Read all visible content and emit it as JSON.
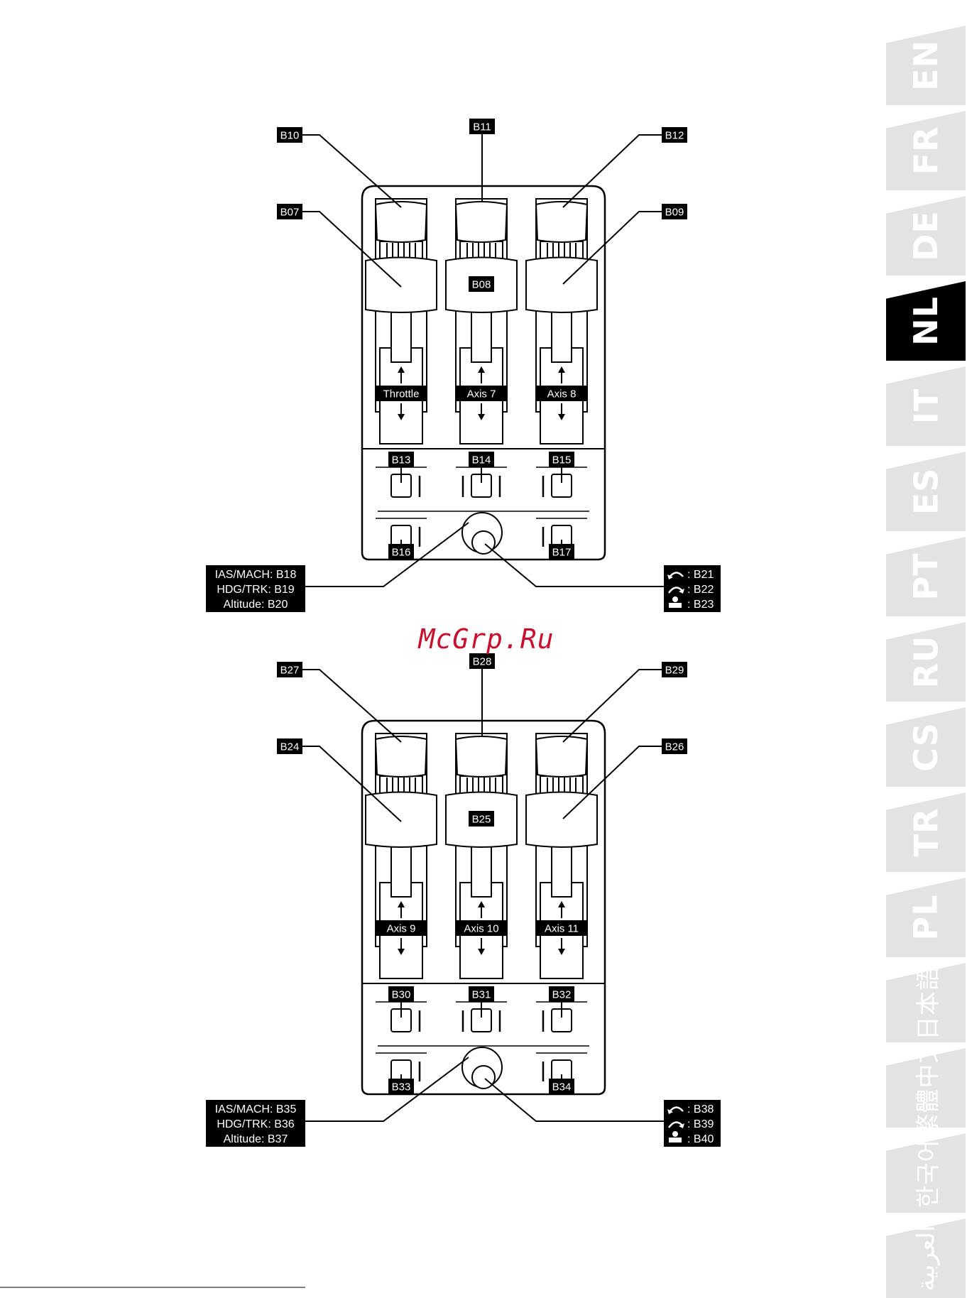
{
  "watermark": "McGrp.Ru",
  "languages": [
    {
      "code": "EN",
      "active": false
    },
    {
      "code": "FR",
      "active": false
    },
    {
      "code": "DE",
      "active": false
    },
    {
      "code": "NL",
      "active": true
    },
    {
      "code": "IT",
      "active": false
    },
    {
      "code": "ES",
      "active": false
    },
    {
      "code": "PT",
      "active": false
    },
    {
      "code": "RU",
      "active": false
    },
    {
      "code": "CS",
      "active": false
    },
    {
      "code": "TR",
      "active": false
    },
    {
      "code": "PL",
      "active": false
    },
    {
      "code": "日本語",
      "active": false
    },
    {
      "code": "繁體中文",
      "active": false
    },
    {
      "code": "한국어",
      "active": false
    },
    {
      "code": "العربية",
      "active": false
    }
  ],
  "panels": [
    {
      "top_labels": [
        "B10",
        "B11",
        "B12"
      ],
      "mid_labels": [
        "B07",
        "B08",
        "B09"
      ],
      "axis_labels": [
        "Throttle",
        "Axis 7",
        "Axis 8"
      ],
      "switch_labels_top": [
        "B13",
        "B14",
        "B15"
      ],
      "switch_labels_bottom": [
        "B16",
        "B17"
      ],
      "knob_left": [
        "IAS/MACH: B18",
        "HDG/TRK: B19",
        "Altitude: B20"
      ],
      "knob_right": [
        ": B21",
        ": B22",
        ": B23"
      ]
    },
    {
      "top_labels": [
        "B27",
        "B28",
        "B29"
      ],
      "mid_labels": [
        "B24",
        "B25",
        "B26"
      ],
      "axis_labels": [
        "Axis 9",
        "Axis 10",
        "Axis 11"
      ],
      "switch_labels_top": [
        "B30",
        "B31",
        "B32"
      ],
      "switch_labels_bottom": [
        "B33",
        "B34"
      ],
      "knob_left": [
        "IAS/MACH: B35",
        "HDG/TRK: B36",
        "Altitude: B37"
      ],
      "knob_right": [
        ": B38",
        ": B39",
        ": B40"
      ]
    }
  ],
  "colors": {
    "ink": "#000000",
    "tab_inactive": "#e3e3e3",
    "tab_active": "#000000",
    "watermark": "#c8102e"
  },
  "icons": [
    "rotate-left-icon",
    "rotate-right-icon",
    "push-button-icon"
  ]
}
